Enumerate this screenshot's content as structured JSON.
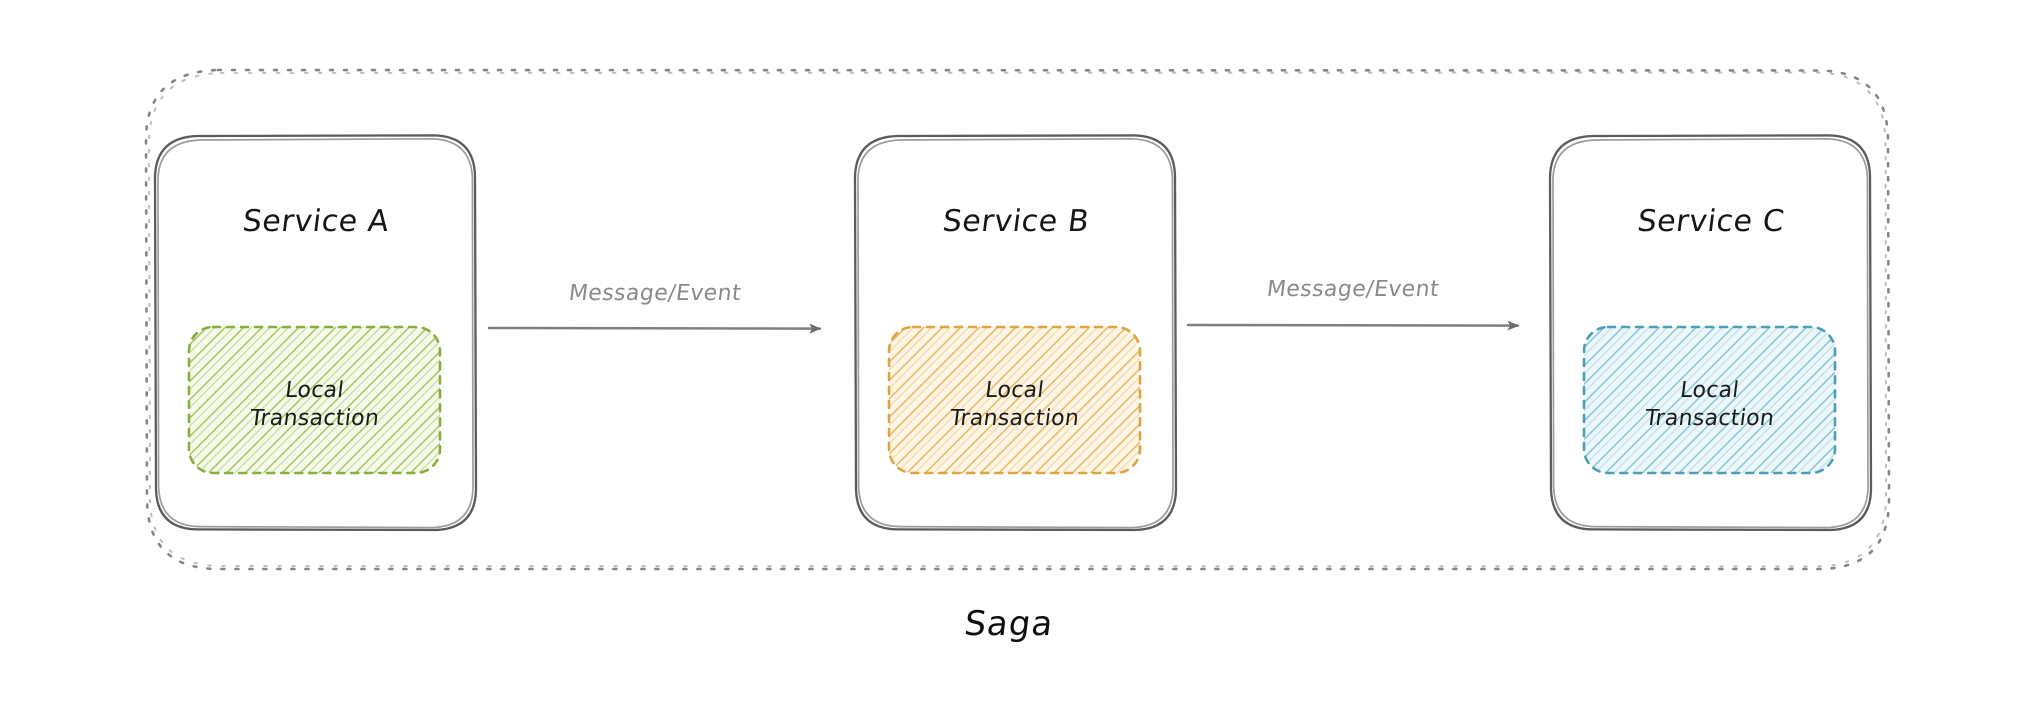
{
  "diagram": {
    "title": "Saga",
    "container": {
      "label": "Saga",
      "border_style": "dashed",
      "border_color": "#868686"
    },
    "services": [
      {
        "id": "service-a",
        "title": "Service A",
        "transaction": {
          "label_line1": "Local",
          "label_line2": "Transaction",
          "accent_color": "#8aad3b",
          "hatch_color": "#9ec44f",
          "fill_color": "#f2f8e6"
        }
      },
      {
        "id": "service-b",
        "title": "Service B",
        "transaction": {
          "label_line1": "Local",
          "label_line2": "Transaction",
          "accent_color": "#e0a43c",
          "hatch_color": "#f0bb5e",
          "fill_color": "#fdf4e2"
        }
      },
      {
        "id": "service-c",
        "title": "Service C",
        "transaction": {
          "label_line1": "Local",
          "label_line2": "Transaction",
          "accent_color": "#4c9fbb",
          "hatch_color": "#7fc4da",
          "fill_color": "#e9f5f9"
        }
      }
    ],
    "connections": [
      {
        "id": "edge-a-b",
        "label": "Message/Event",
        "from": "service-a",
        "to": "service-b",
        "color": "#7f7f7f"
      },
      {
        "id": "edge-b-c",
        "label": "Message/Event",
        "from": "service-b",
        "to": "service-c",
        "color": "#7f7f7f"
      }
    ],
    "colors": {
      "card_stroke": "#595959",
      "edge_stroke": "#7f7f7f",
      "container_stroke": "#868686",
      "text": "#161616",
      "muted_text": "#8a8a8a",
      "background": "#ffffff"
    }
  }
}
